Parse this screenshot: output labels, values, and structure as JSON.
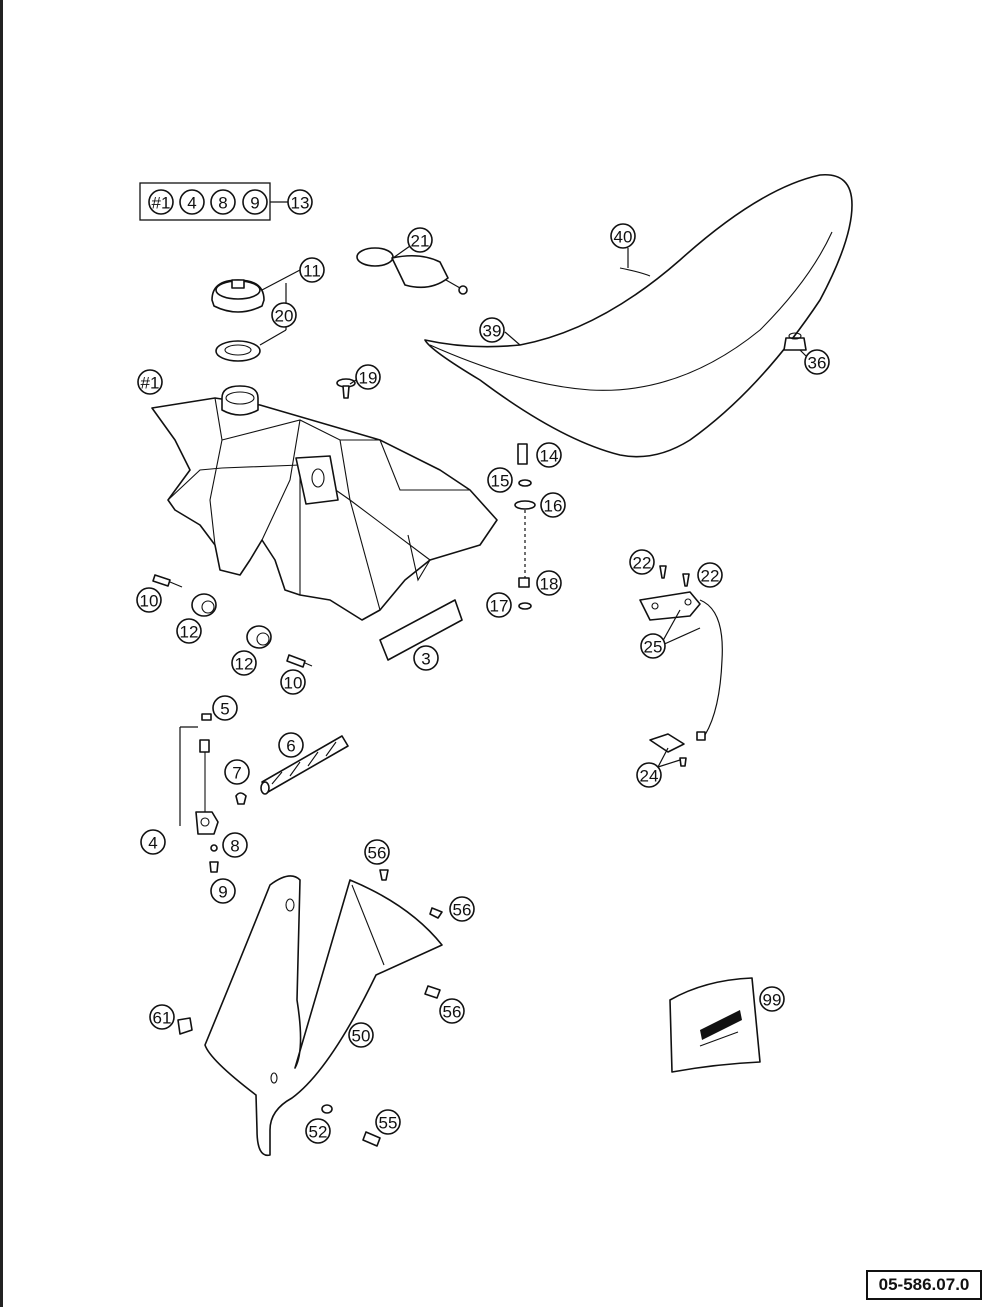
{
  "drawing_number": "05-586.07.0",
  "kit": {
    "members": [
      "#1",
      "4",
      "8",
      "9"
    ],
    "ref": "13"
  },
  "callouts": [
    "#1",
    "3",
    "4",
    "5",
    "6",
    "7",
    "8",
    "9",
    "10",
    "10",
    "11",
    "12",
    "12",
    "14",
    "15",
    "16",
    "17",
    "18",
    "19",
    "20",
    "21",
    "22",
    "22",
    "24",
    "25",
    "36",
    "39",
    "40",
    "50",
    "52",
    "55",
    "56",
    "56",
    "56",
    "61",
    "99"
  ],
  "colors": {
    "ink": "#111111",
    "paper": "#ffffff"
  }
}
